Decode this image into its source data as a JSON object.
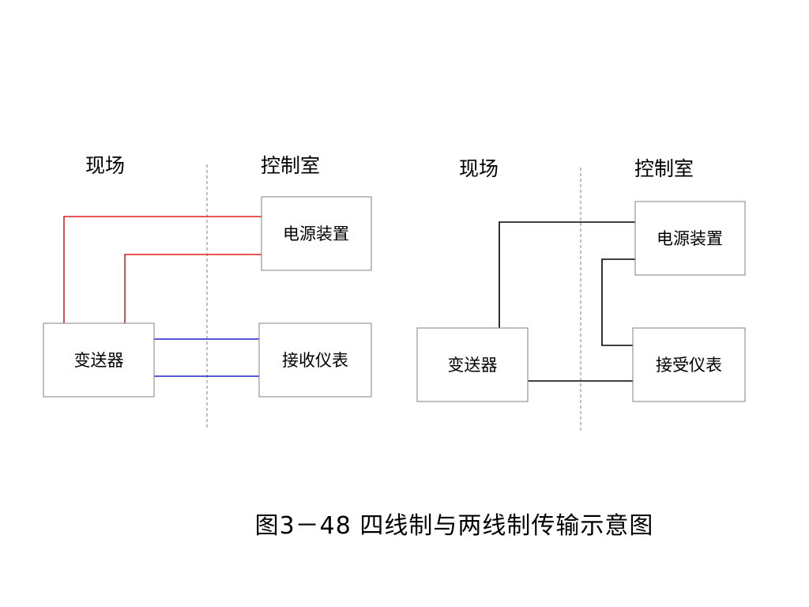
{
  "colors": {
    "four_wire_power": "#e02020",
    "four_wire_signal": "#2020d0",
    "two_wire": "#000000",
    "box_border": "#808080",
    "divider": "#808080"
  },
  "left_diagram": {
    "field_label": "现场",
    "control_room_label": "控制室",
    "power_supply": "电源装置",
    "transmitter": "变送器",
    "receiver": "接收仪表"
  },
  "right_diagram": {
    "field_label": "现场",
    "control_room_label": "控制室",
    "power_supply": "电源装置",
    "transmitter": "变送器",
    "receiver": "接受仪表"
  },
  "caption": "图3－48 四线制与两线制传输示意图"
}
